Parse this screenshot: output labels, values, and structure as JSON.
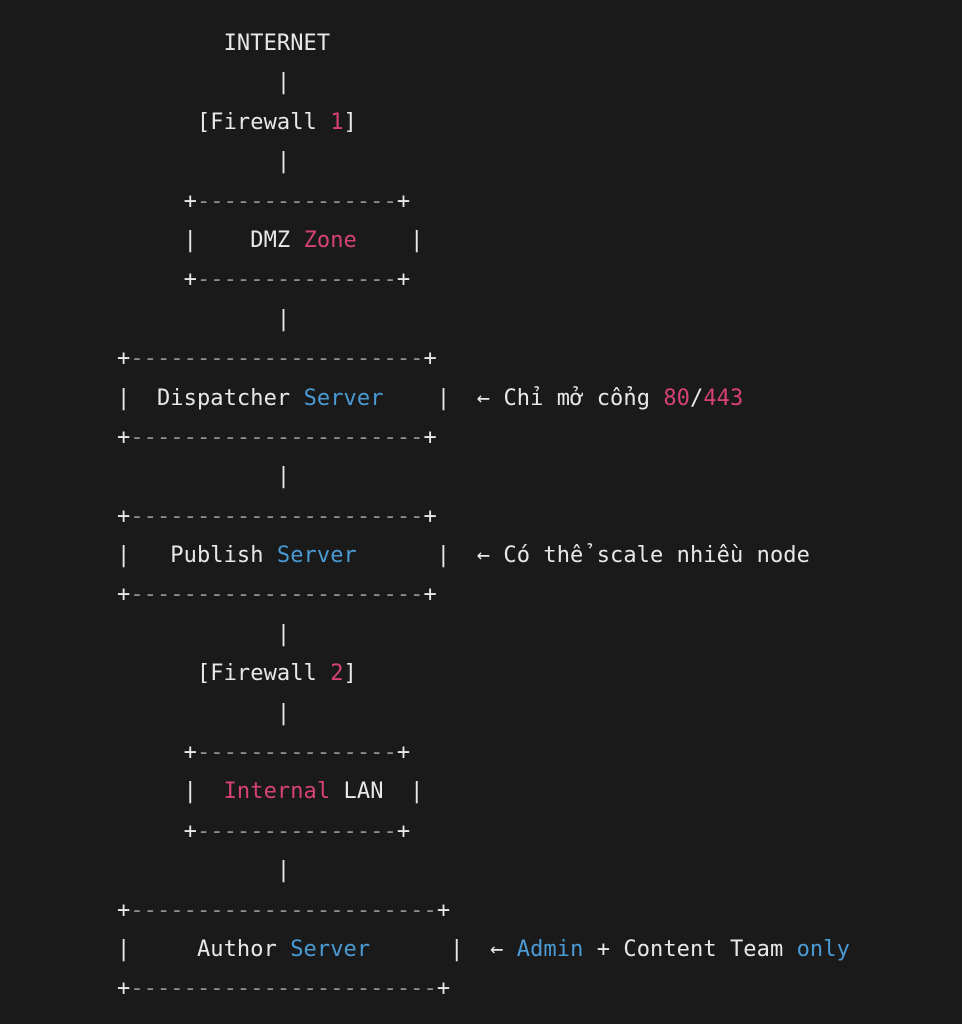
{
  "background": "#1a1a1a",
  "colors": {
    "bg": "#1a1a1a",
    "fg": "#e8e8e8",
    "dim": "#8f8f8f",
    "pink": "#d64178",
    "blue": "#4a9ad4"
  },
  "diagram": {
    "kind": "ascii-network-topology",
    "nodes": [
      "INTERNET",
      "Firewall 1",
      "DMZ Zone",
      "Dispatcher Server",
      "Publish Server",
      "Firewall 2",
      "Internal LAN",
      "Author Server"
    ],
    "annotations": [
      "← Chỉ mở cổng 80/443",
      "← Có thể scale nhiều node",
      "← Admin + Content Team only"
    ],
    "lines": [
      {
        "name": "internet-label",
        "segments": [
          {
            "t": "        INTERNET",
            "c": "fg"
          }
        ]
      },
      {
        "name": "connector",
        "segments": [
          {
            "t": "            |",
            "c": "fg"
          }
        ]
      },
      {
        "name": "firewall-1-label",
        "segments": [
          {
            "t": "      [Firewall ",
            "c": "fg"
          },
          {
            "t": "1",
            "c": "pink"
          },
          {
            "t": "]",
            "c": "fg"
          }
        ]
      },
      {
        "name": "connector",
        "segments": [
          {
            "t": "            |",
            "c": "fg"
          }
        ]
      },
      {
        "name": "dmz-box-border",
        "segments": [
          {
            "t": "     +",
            "c": "fg"
          },
          {
            "t": "---------------",
            "c": "dim"
          },
          {
            "t": "+",
            "c": "fg"
          }
        ]
      },
      {
        "name": "dmz-box-label",
        "segments": [
          {
            "t": "     |    DMZ ",
            "c": "fg"
          },
          {
            "t": "Zone",
            "c": "pink"
          },
          {
            "t": "    |",
            "c": "fg"
          }
        ]
      },
      {
        "name": "dmz-box-border",
        "segments": [
          {
            "t": "     +",
            "c": "fg"
          },
          {
            "t": "---------------",
            "c": "dim"
          },
          {
            "t": "+",
            "c": "fg"
          }
        ]
      },
      {
        "name": "connector",
        "segments": [
          {
            "t": "            |",
            "c": "fg"
          }
        ]
      },
      {
        "name": "dispatcher-box-border",
        "segments": [
          {
            "t": "+",
            "c": "fg"
          },
          {
            "t": "----------------------",
            "c": "dim"
          },
          {
            "t": "+",
            "c": "fg"
          }
        ]
      },
      {
        "name": "dispatcher-box-label",
        "segments": [
          {
            "t": "|  Dispatcher ",
            "c": "fg"
          },
          {
            "t": "Server",
            "c": "blue"
          },
          {
            "t": "    |  ← Chỉ mở cổng ",
            "c": "fg"
          },
          {
            "t": "80",
            "c": "pink"
          },
          {
            "t": "/",
            "c": "fg"
          },
          {
            "t": "443",
            "c": "pink"
          }
        ]
      },
      {
        "name": "dispatcher-box-border",
        "segments": [
          {
            "t": "+",
            "c": "fg"
          },
          {
            "t": "----------------------",
            "c": "dim"
          },
          {
            "t": "+",
            "c": "fg"
          }
        ]
      },
      {
        "name": "connector",
        "segments": [
          {
            "t": "            |",
            "c": "fg"
          }
        ]
      },
      {
        "name": "publish-box-border",
        "segments": [
          {
            "t": "+",
            "c": "fg"
          },
          {
            "t": "----------------------",
            "c": "dim"
          },
          {
            "t": "+",
            "c": "fg"
          }
        ]
      },
      {
        "name": "publish-box-label",
        "segments": [
          {
            "t": "|   Publish ",
            "c": "fg"
          },
          {
            "t": "Server",
            "c": "blue"
          },
          {
            "t": "      |  ← Có thể scale nhiều node",
            "c": "fg"
          }
        ]
      },
      {
        "name": "publish-box-border",
        "segments": [
          {
            "t": "+",
            "c": "fg"
          },
          {
            "t": "----------------------",
            "c": "dim"
          },
          {
            "t": "+",
            "c": "fg"
          }
        ]
      },
      {
        "name": "connector",
        "segments": [
          {
            "t": "            |",
            "c": "fg"
          }
        ]
      },
      {
        "name": "firewall-2-label",
        "segments": [
          {
            "t": "      [Firewall ",
            "c": "fg"
          },
          {
            "t": "2",
            "c": "pink"
          },
          {
            "t": "]",
            "c": "fg"
          }
        ]
      },
      {
        "name": "connector",
        "segments": [
          {
            "t": "            |",
            "c": "fg"
          }
        ]
      },
      {
        "name": "internal-lan-box-border",
        "segments": [
          {
            "t": "     +",
            "c": "fg"
          },
          {
            "t": "---------------",
            "c": "dim"
          },
          {
            "t": "+",
            "c": "fg"
          }
        ]
      },
      {
        "name": "internal-lan-box-label",
        "segments": [
          {
            "t": "     |  ",
            "c": "fg"
          },
          {
            "t": "Internal",
            "c": "pink"
          },
          {
            "t": " LAN  |",
            "c": "fg"
          }
        ]
      },
      {
        "name": "internal-lan-box-border",
        "segments": [
          {
            "t": "     +",
            "c": "fg"
          },
          {
            "t": "---------------",
            "c": "dim"
          },
          {
            "t": "+",
            "c": "fg"
          }
        ]
      },
      {
        "name": "connector",
        "segments": [
          {
            "t": "            |",
            "c": "fg"
          }
        ]
      },
      {
        "name": "author-box-border",
        "segments": [
          {
            "t": "+",
            "c": "fg"
          },
          {
            "t": "-----------------------",
            "c": "dim"
          },
          {
            "t": "+",
            "c": "fg"
          }
        ]
      },
      {
        "name": "author-box-label",
        "segments": [
          {
            "t": "|     Author ",
            "c": "fg"
          },
          {
            "t": "Server",
            "c": "blue"
          },
          {
            "t": "      |  ← ",
            "c": "fg"
          },
          {
            "t": "Admin",
            "c": "blue"
          },
          {
            "t": " + Content Team ",
            "c": "fg"
          },
          {
            "t": "only",
            "c": "blue"
          }
        ]
      },
      {
        "name": "author-box-border",
        "segments": [
          {
            "t": "+",
            "c": "fg"
          },
          {
            "t": "-----------------------",
            "c": "dim"
          },
          {
            "t": "+",
            "c": "fg"
          }
        ]
      }
    ]
  }
}
